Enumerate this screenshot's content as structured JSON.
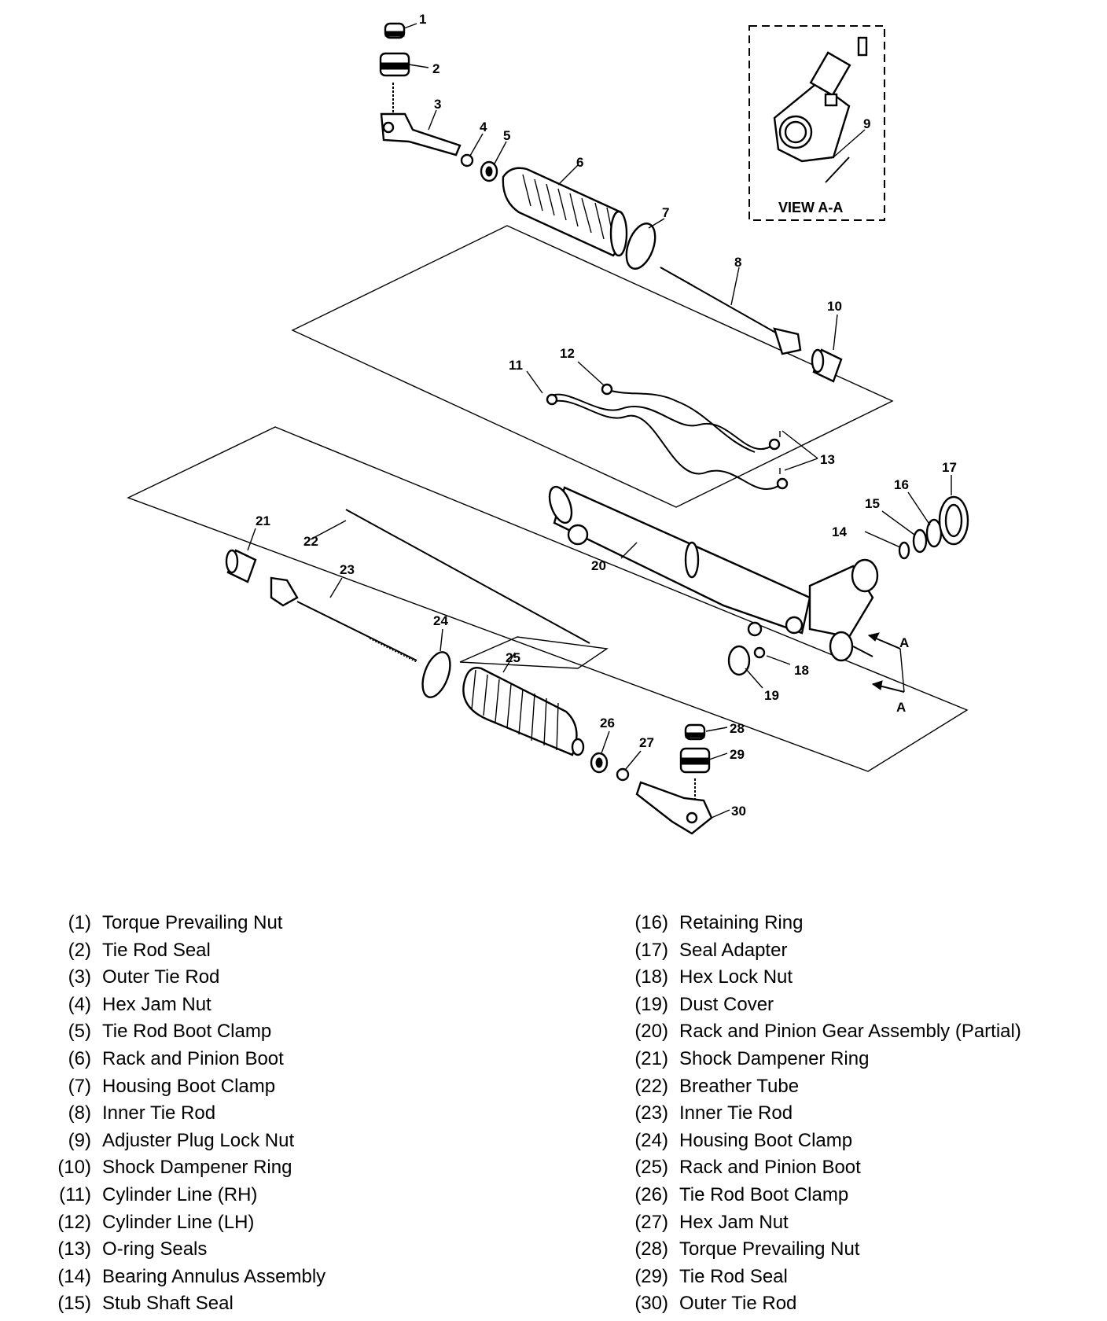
{
  "diagram": {
    "view_label": "VIEW A-A",
    "section_marker": "A",
    "callouts": [
      "1",
      "2",
      "3",
      "4",
      "5",
      "6",
      "7",
      "8",
      "9",
      "10",
      "11",
      "12",
      "13",
      "14",
      "15",
      "16",
      "17",
      "18",
      "19",
      "20",
      "21",
      "22",
      "23",
      "24",
      "25",
      "26",
      "27",
      "28",
      "29",
      "30"
    ]
  },
  "legend": {
    "left": [
      {
        "num": "(1)",
        "name": "Torque Prevailing Nut"
      },
      {
        "num": "(2)",
        "name": "Tie Rod Seal"
      },
      {
        "num": "(3)",
        "name": "Outer Tie Rod"
      },
      {
        "num": "(4)",
        "name": "Hex Jam Nut"
      },
      {
        "num": "(5)",
        "name": "Tie Rod Boot Clamp"
      },
      {
        "num": "(6)",
        "name": "Rack and Pinion Boot"
      },
      {
        "num": "(7)",
        "name": "Housing Boot Clamp"
      },
      {
        "num": "(8)",
        "name": "Inner Tie Rod"
      },
      {
        "num": "(9)",
        "name": "Adjuster Plug Lock Nut"
      },
      {
        "num": "(10)",
        "name": "Shock Dampener Ring"
      },
      {
        "num": "(11)",
        "name": "Cylinder Line (RH)"
      },
      {
        "num": "(12)",
        "name": "Cylinder Line (LH)"
      },
      {
        "num": "(13)",
        "name": "O-ring Seals"
      },
      {
        "num": "(14)",
        "name": "Bearing Annulus Assembly"
      },
      {
        "num": "(15)",
        "name": "Stub Shaft Seal"
      }
    ],
    "right": [
      {
        "num": "(16)",
        "name": "Retaining Ring"
      },
      {
        "num": "(17)",
        "name": "Seal Adapter"
      },
      {
        "num": "(18)",
        "name": "Hex Lock Nut"
      },
      {
        "num": "(19)",
        "name": "Dust Cover"
      },
      {
        "num": "(20)",
        "name": "Rack and Pinion Gear Assembly (Partial)"
      },
      {
        "num": "(21)",
        "name": "Shock Dampener Ring"
      },
      {
        "num": "(22)",
        "name": "Breather Tube"
      },
      {
        "num": "(23)",
        "name": "Inner Tie Rod"
      },
      {
        "num": "(24)",
        "name": "Housing Boot Clamp"
      },
      {
        "num": "(25)",
        "name": "Rack and Pinion Boot"
      },
      {
        "num": "(26)",
        "name": "Tie Rod Boot Clamp"
      },
      {
        "num": "(27)",
        "name": "Hex Jam Nut"
      },
      {
        "num": "(28)",
        "name": "Torque Prevailing Nut"
      },
      {
        "num": "(29)",
        "name": "Tie Rod Seal"
      },
      {
        "num": "(30)",
        "name": "Outer Tie Rod"
      }
    ]
  }
}
